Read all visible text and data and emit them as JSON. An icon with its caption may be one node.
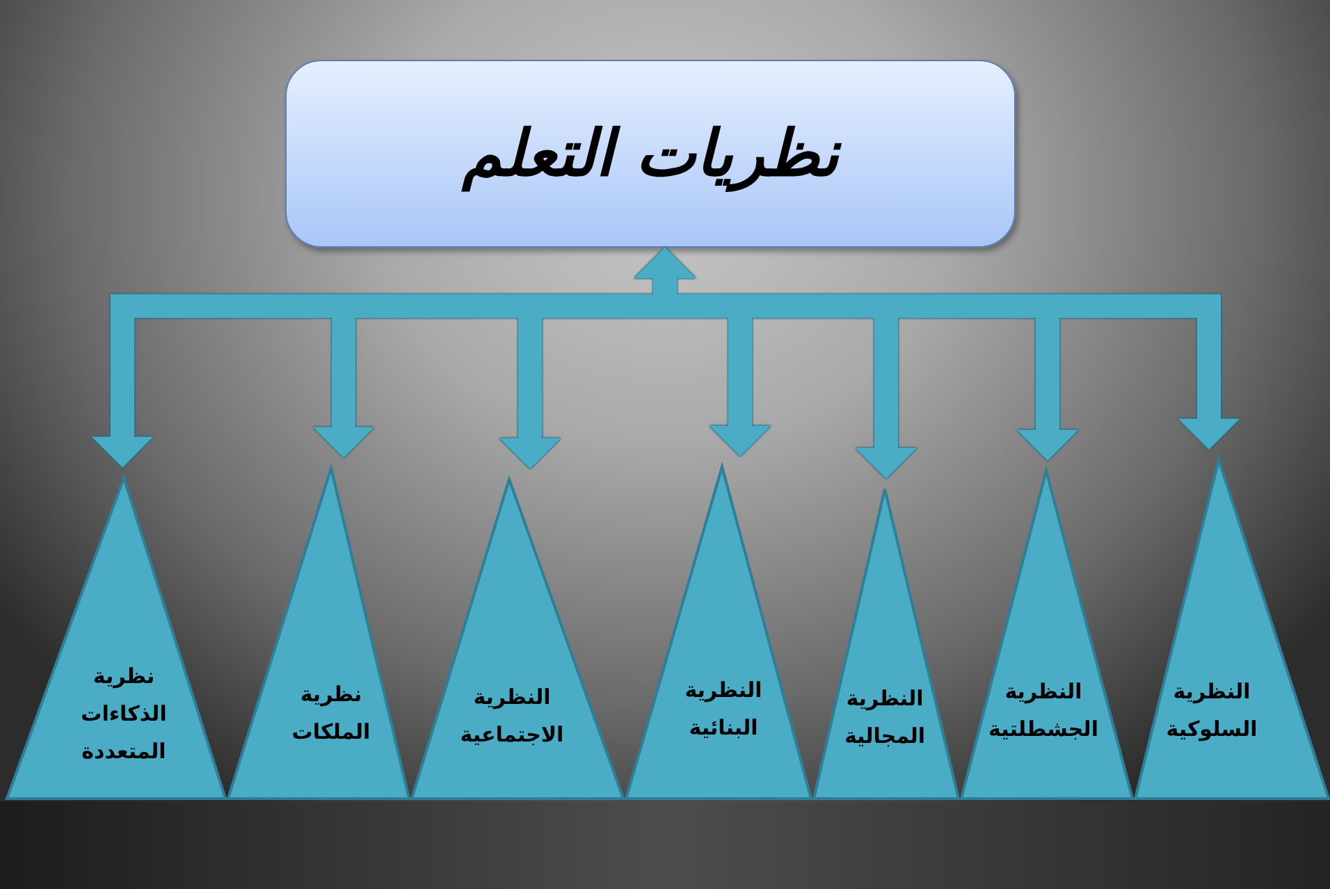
{
  "diagram": {
    "nodes": [
      {
        "text": [
          "نظريات التعلم"
        ]
      },
      {
        "text": [
          "النظرية السلوكية"
        ]
      },
      {
        "text": [
          "النظرية الجشطلتية"
        ]
      },
      {
        "text": [
          "النظرية المجالية"
        ]
      },
      {
        "text": [
          "النظرية البنائية"
        ]
      },
      {
        "text": [
          "النظرية الاجتماعية"
        ]
      },
      {
        "text": [
          "نظرية الملكات"
        ]
      },
      {
        "text": [
          "نظرية الذكاءات المتعددة"
        ]
      }
    ],
    "edges": [
      {
        "from": 0,
        "to": 1,
        "arrow": "both"
      },
      {
        "from": 0,
        "to": 2,
        "arrow": "both"
      },
      {
        "from": 0,
        "to": 3,
        "arrow": "both"
      },
      {
        "from": 0,
        "to": 4,
        "arrow": "both"
      },
      {
        "from": 0,
        "to": 5,
        "arrow": "both"
      },
      {
        "from": 0,
        "to": 6,
        "arrow": "both"
      },
      {
        "from": 0,
        "to": 7,
        "arrow": "both"
      }
    ]
  }
}
